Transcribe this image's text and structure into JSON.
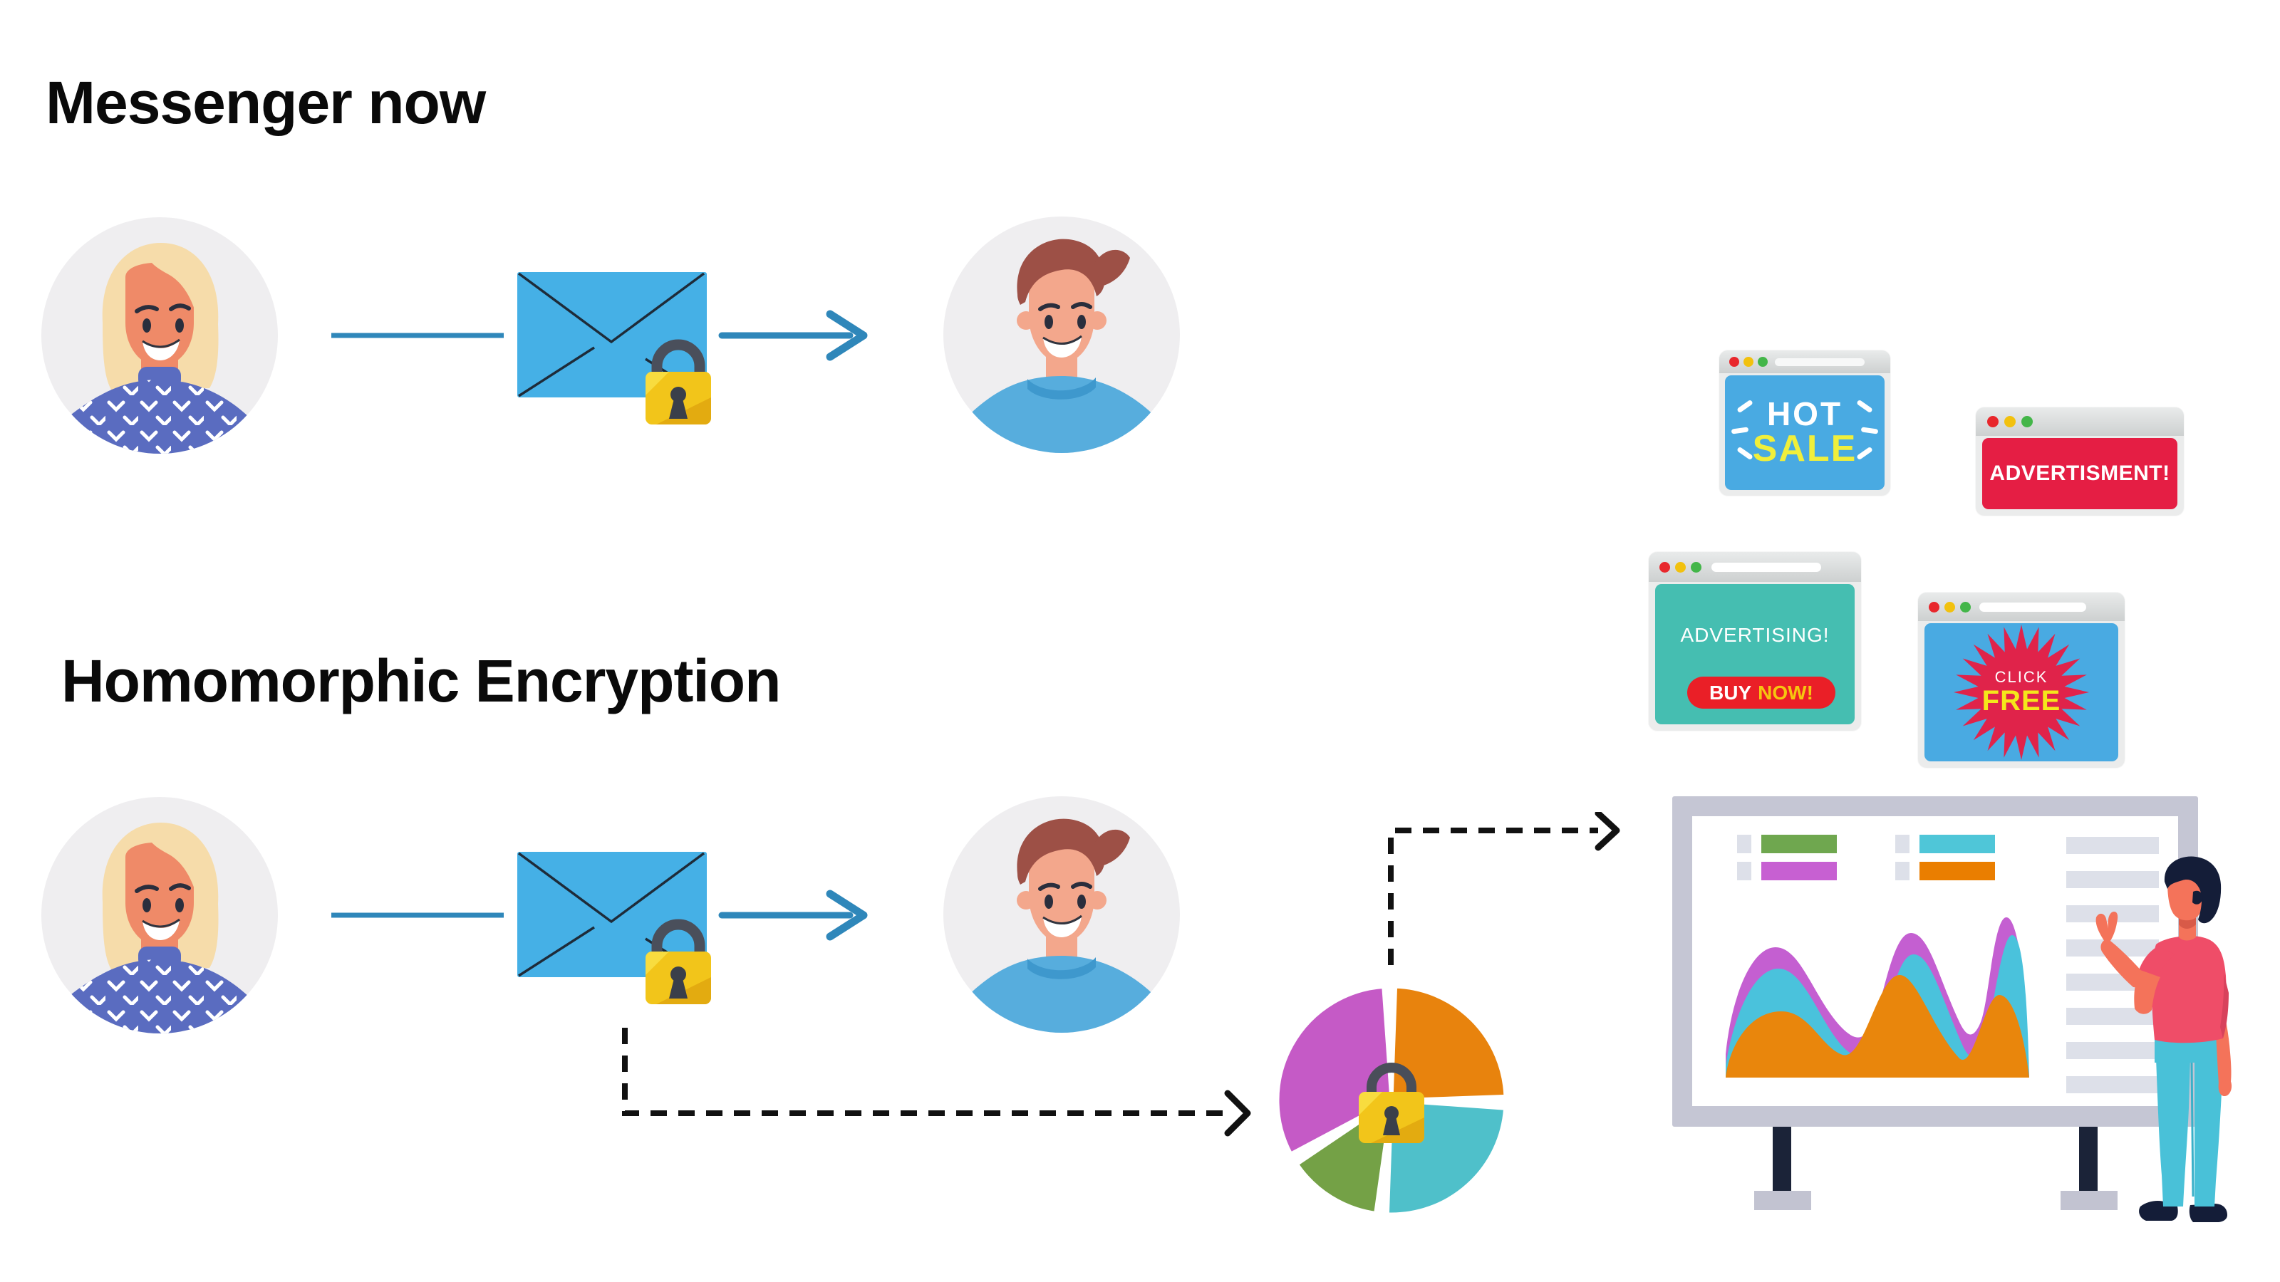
{
  "titles": {
    "section1": "Messenger now",
    "section2": "Homomorphic Encryption"
  },
  "ads": {
    "hot_sale": {
      "line1": "HOT",
      "line2": "SALE"
    },
    "advertisment": {
      "text": "ADVERTISMENT!"
    },
    "advertising": {
      "text": "ADVERTISING!",
      "button": {
        "word1": "BUY",
        "word2": "NOW!"
      }
    },
    "click_free": {
      "line1": "CLICK",
      "line2": "FREE"
    }
  },
  "colors": {
    "arrow_blue": "#2f87ba",
    "dashed_black": "#111111",
    "envelope_blue": "#45b0e6",
    "lock_yellow": "#f2c51a",
    "lock_shackle_gray": "#4a4f5b",
    "ad_window_blue": "#49aae2",
    "ad_window_red": "#e51e44",
    "ad_window_teal": "#45beb1",
    "sale_yellow": "#f0ef3b",
    "buy_button_red": "#ea1f27",
    "starburst_red": "#e0234a",
    "pie_purple": "#c55ac6",
    "pie_orange": "#e8830d",
    "pie_teal": "#4fc0ca",
    "pie_green": "#74a146",
    "board_frame_gray": "#c5c6d4",
    "legend_green": "#6fa74f",
    "legend_teal": "#4fc6d8",
    "legend_purple": "#c760d2",
    "legend_orange": "#ea7e00",
    "area_purple": "#c45fd1",
    "area_teal": "#4ac2dc",
    "area_orange": "#e9860c",
    "person_shirt_red": "#ef4d68",
    "person_pants_teal": "#49c1d8",
    "avatar_bg_gray": "#efeef0",
    "woman_sweater_blue": "#5a6cc0",
    "man_shirt_blue": "#57addd"
  },
  "chart_data": [
    {
      "type": "pie",
      "title": "",
      "values": [
        {
          "label": "purple-slice",
          "pct": 32,
          "color": "#c55ac6"
        },
        {
          "label": "orange-slice",
          "pct": 24,
          "color": "#e8830d"
        },
        {
          "label": "teal-slice",
          "pct": 26,
          "color": "#4fc0ca"
        },
        {
          "label": "green-slice",
          "pct": 18,
          "color": "#74a146"
        }
      ],
      "note_visible_labels": "none (decorative pie with padlock overlay)"
    },
    {
      "type": "area",
      "series": [
        {
          "name": "purple-layer",
          "color": "#c45fd1"
        },
        {
          "name": "teal-layer",
          "color": "#4ac2dc"
        },
        {
          "name": "orange-layer",
          "color": "#e9860c"
        }
      ],
      "note_visible_labels": "none (decorative stacked area chart on presentation board)"
    }
  ]
}
